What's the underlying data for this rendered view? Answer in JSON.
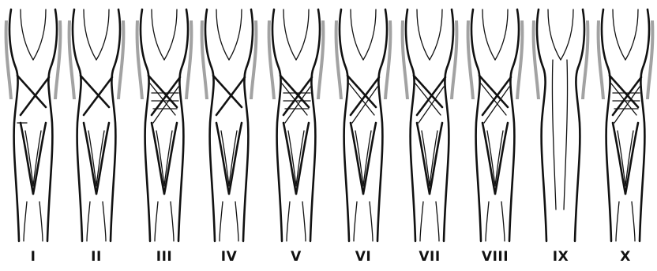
{
  "figure": {
    "panels": [
      {
        "label": "I",
        "variant": "ab"
      },
      {
        "label": "II",
        "variant": "single"
      },
      {
        "label": "III",
        "variant": "mesh"
      },
      {
        "label": "IV",
        "variant": "single"
      },
      {
        "label": "V",
        "variant": "mesh"
      },
      {
        "label": "VI",
        "variant": "double"
      },
      {
        "label": "VII",
        "variant": "double"
      },
      {
        "label": "VIII",
        "variant": "double"
      },
      {
        "label": "IX",
        "variant": "none"
      },
      {
        "label": "X",
        "variant": "mesh"
      }
    ]
  }
}
